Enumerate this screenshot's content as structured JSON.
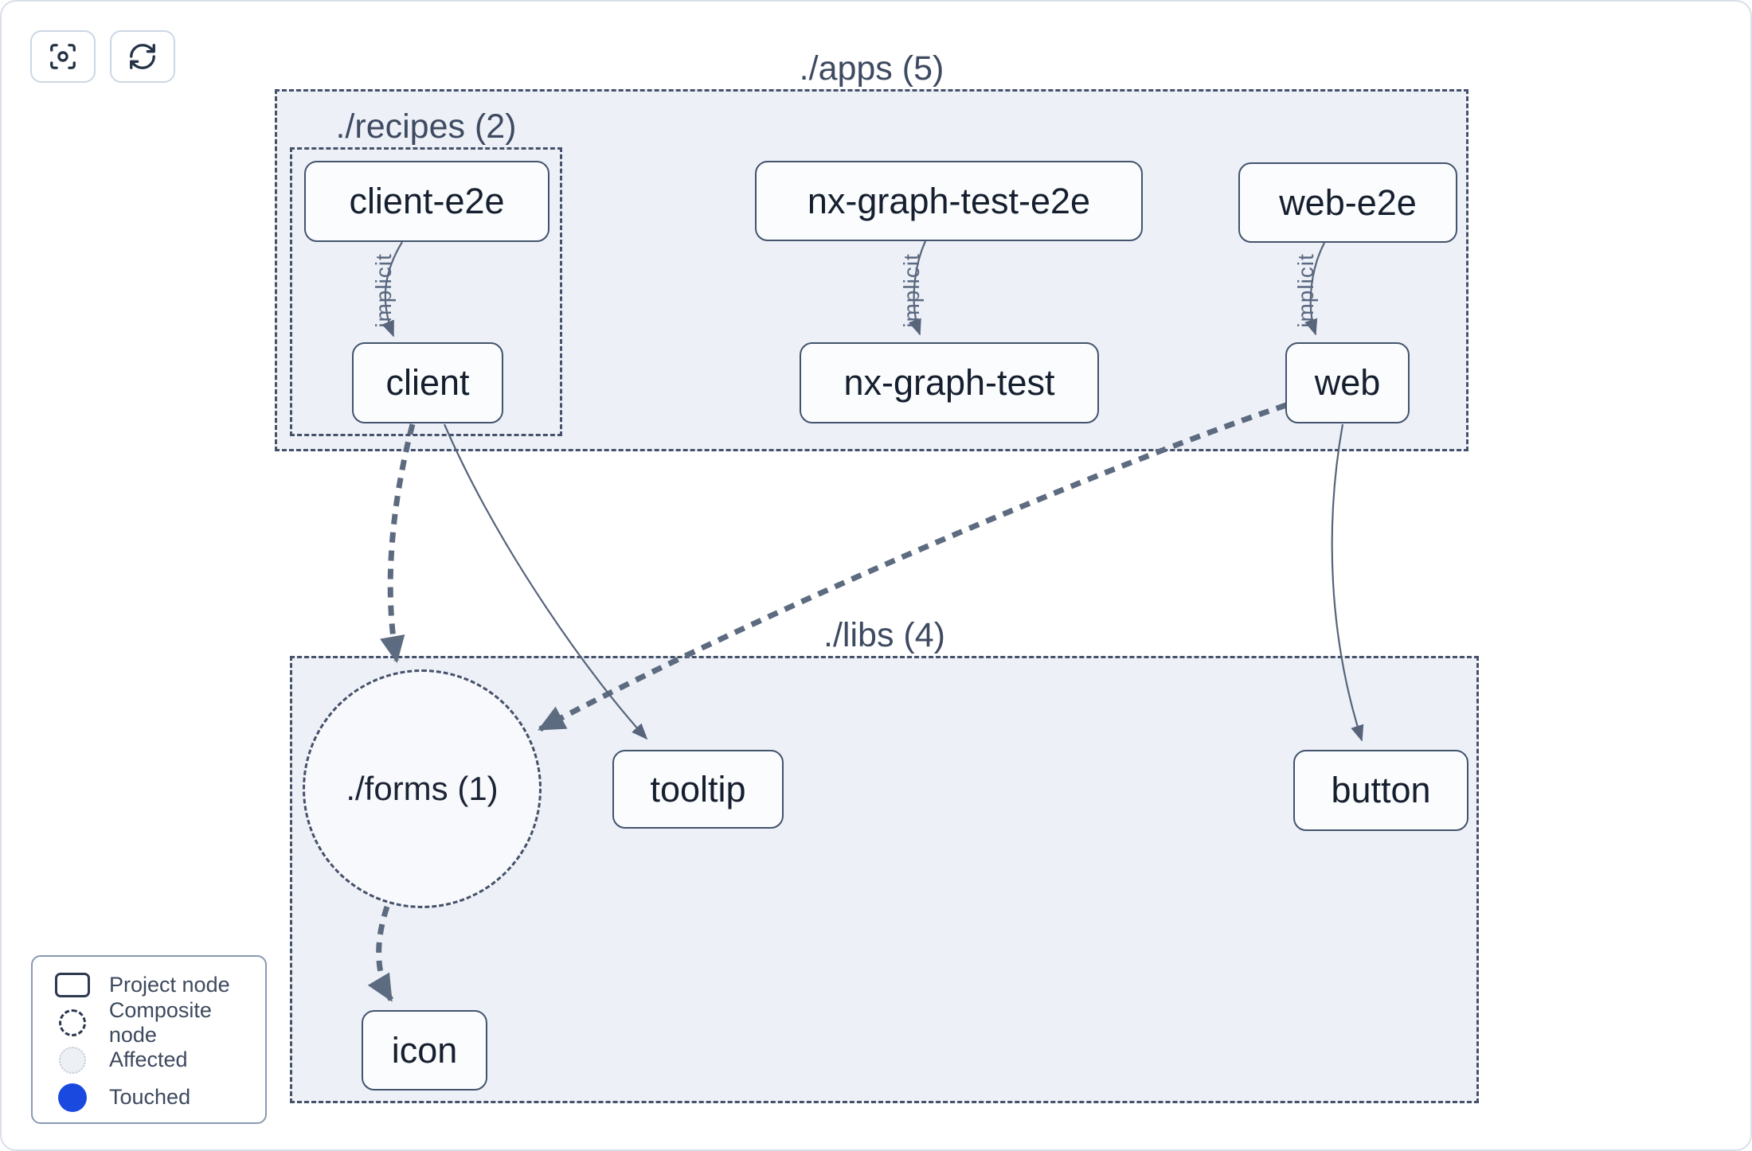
{
  "toolbar": {
    "focus_button": {
      "icon": "focus-icon"
    },
    "refresh_button": {
      "icon": "refresh-icon"
    }
  },
  "graph": {
    "groups": {
      "apps": {
        "label": "./apps (5)"
      },
      "recipes": {
        "label": "./recipes (2)"
      },
      "libs": {
        "label": "./libs (4)"
      },
      "forms": {
        "label": "./forms (1)",
        "type": "composite"
      }
    },
    "nodes": {
      "client_e2e": {
        "label": "client-e2e"
      },
      "client": {
        "label": "client"
      },
      "nx_graph_test_e2e": {
        "label": "nx-graph-test-e2e"
      },
      "nx_graph_test": {
        "label": "nx-graph-test"
      },
      "web_e2e": {
        "label": "web-e2e"
      },
      "web": {
        "label": "web"
      },
      "tooltip": {
        "label": "tooltip"
      },
      "button": {
        "label": "button"
      },
      "icon": {
        "label": "icon"
      }
    },
    "edges": [
      {
        "source": "client-e2e",
        "target": "client",
        "style": "thin-solid",
        "label": "implicit"
      },
      {
        "source": "nx-graph-test-e2e",
        "target": "nx-graph-test",
        "style": "thin-solid",
        "label": "implicit"
      },
      {
        "source": "web-e2e",
        "target": "web",
        "style": "thin-solid",
        "label": "implicit"
      },
      {
        "source": "client",
        "target": "./forms (1)",
        "style": "thick-dashed"
      },
      {
        "source": "client",
        "target": "tooltip",
        "style": "thin-solid"
      },
      {
        "source": "web",
        "target": "./forms (1)",
        "style": "thick-dashed"
      },
      {
        "source": "web",
        "target": "button",
        "style": "thin-solid"
      },
      {
        "source": "./forms (1)",
        "target": "icon",
        "style": "thick-dashed"
      }
    ]
  },
  "legend": {
    "items": [
      {
        "label": "Project node",
        "swatch": "project-node-outline"
      },
      {
        "label": "Composite node",
        "swatch": "dashed-circle-outline"
      },
      {
        "label": "Affected",
        "swatch": "light-dotted-circle"
      },
      {
        "label": "Touched",
        "swatch": "solid-blue-circle"
      }
    ]
  },
  "colors": {
    "container_fill": "#edf1f7",
    "container_border": "#46516a",
    "node_fill": "#fafcfe",
    "node_border": "#43536d",
    "edge": "#5d6b80",
    "touched_blue": "#1a49e0",
    "affected_fill": "#edf0f5"
  }
}
